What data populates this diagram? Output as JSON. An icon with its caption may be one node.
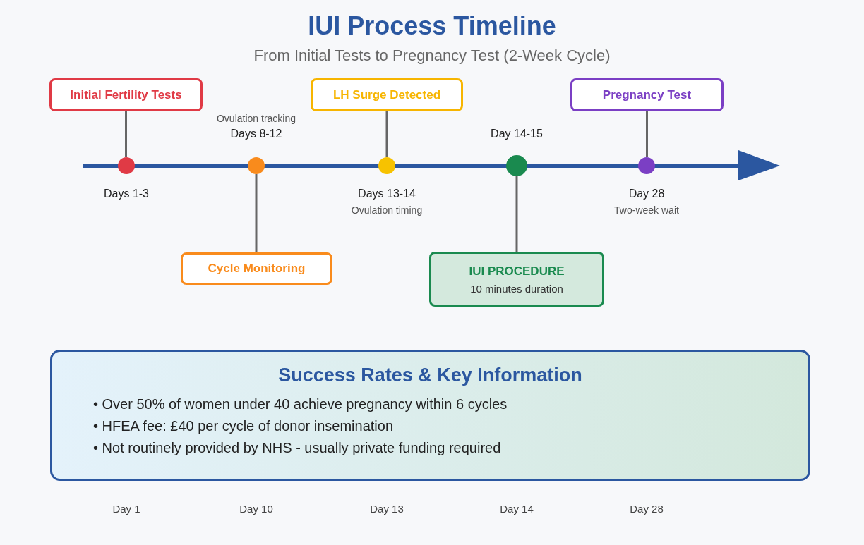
{
  "diagram": {
    "title": "IUI Process Timeline",
    "caption": "From Initial Tests to Pregnancy Test (2-Week Cycle)",
    "nodes": [
      {
        "text": [
          "Initial Fertility Tests"
        ]
      },
      {
        "text": [
          "LH Surge Detected"
        ]
      },
      {
        "text": [
          "Pregnancy Test"
        ]
      },
      {
        "text": [],
        "shape": "circle",
        "beside": [
          "Days 1-3"
        ]
      },
      {
        "text": [],
        "shape": "circle",
        "beside": [
          "Ovulation tracking",
          "Days 8-12"
        ]
      },
      {
        "text": [],
        "shape": "circle",
        "beside": [
          "Days 13-14",
          "Ovulation timing"
        ]
      },
      {
        "text": [],
        "shape": "circle",
        "beside": [
          "Day 14-15"
        ]
      },
      {
        "text": [],
        "shape": "circle",
        "beside": [
          "Day 28",
          "Two-week wait"
        ]
      },
      {
        "text": [
          "Cycle Monitoring"
        ]
      },
      {
        "text": [
          "IUI PROCEDURE",
          "10 minutes duration"
        ]
      },
      {
        "text": [
          "Success Rates & Key Information",
          "• Over 50% of women under 40 achieve pregnancy within 6 cycles",
          "• HFEA fee: £40 per cycle of donor insemination",
          "• Not routinely provided by NHS - usually private funding required"
        ]
      }
    ],
    "edges": [
      {
        "from": 0,
        "to": 3,
        "arrow": "none"
      },
      {
        "from": 4,
        "to": 8,
        "arrow": "none"
      },
      {
        "from": 1,
        "to": 5,
        "arrow": "none"
      },
      {
        "from": 6,
        "to": 9,
        "arrow": "none"
      },
      {
        "from": 2,
        "to": 7,
        "arrow": "none"
      }
    ],
    "labels": [
      "Day 1",
      "Day 10",
      "Day 13",
      "Day 14",
      "Day 28"
    ]
  }
}
